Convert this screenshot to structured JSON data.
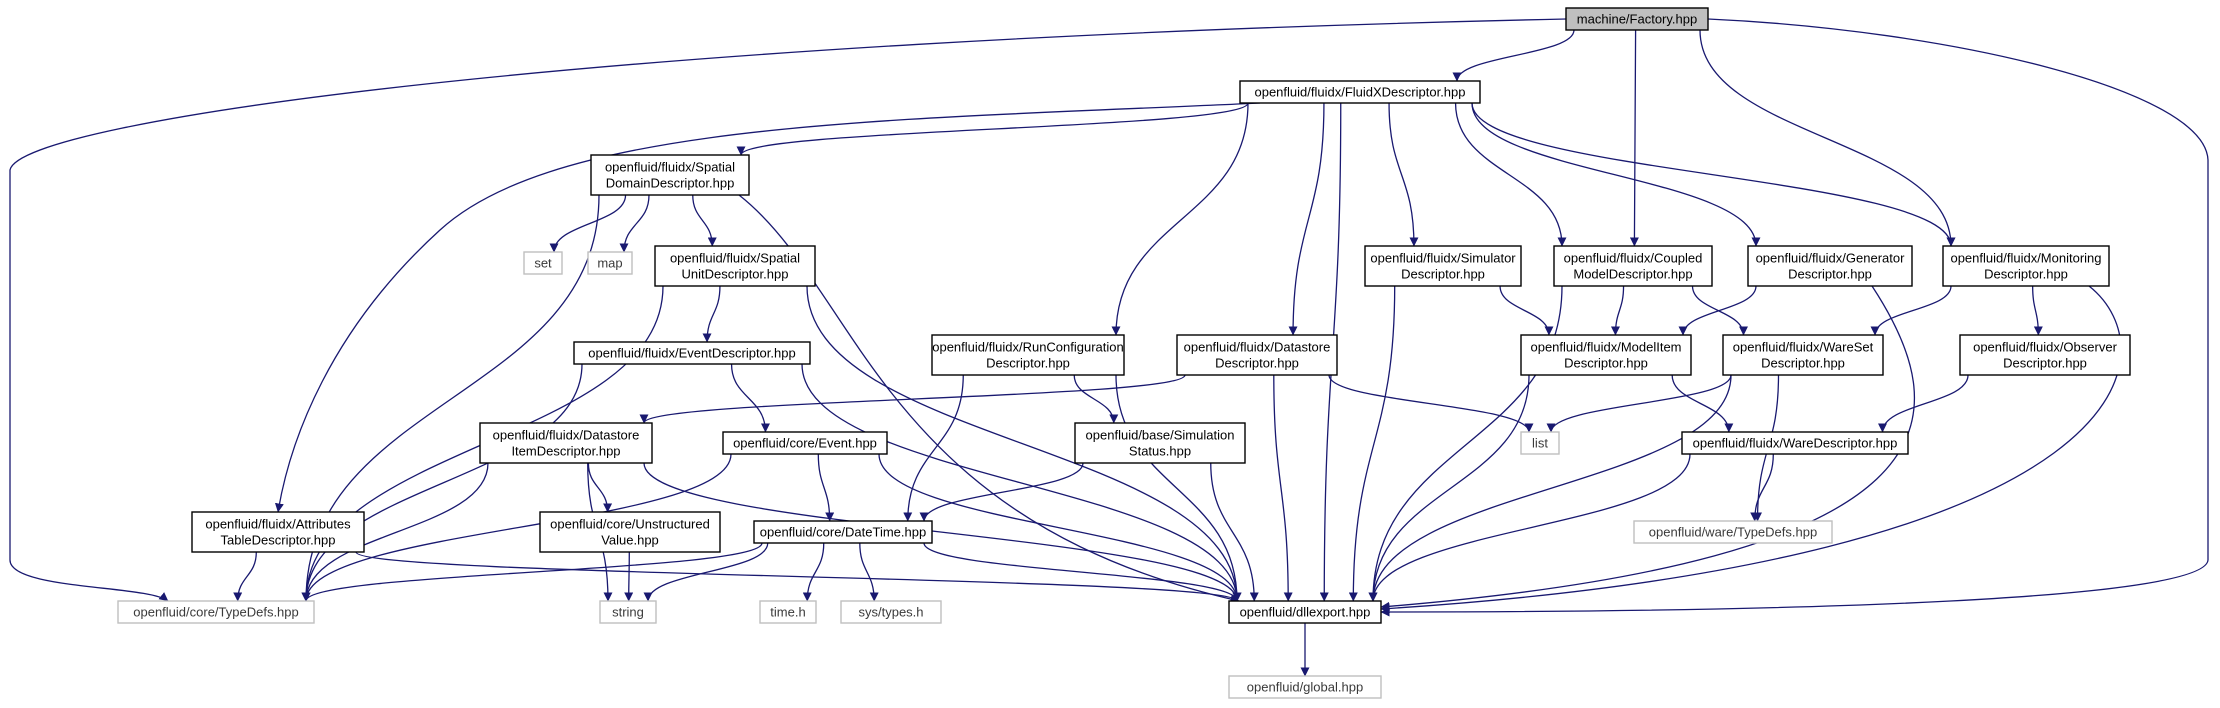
{
  "colors": {
    "edge": "#191970",
    "node_border": "#000000",
    "external_border": "#bfbfbf",
    "root_fill": "#bfbfbf",
    "background": "#ffffff"
  },
  "nodes": {
    "factory": {
      "lines": [
        "machine/Factory.hpp"
      ],
      "kind": "root"
    },
    "fluidx": {
      "lines": [
        "openfluid/fluidx/FluidXDescriptor.hpp"
      ],
      "kind": "normal"
    },
    "spatialdomain": {
      "lines": [
        "openfluid/fluidx/Spatial",
        "DomainDescriptor.hpp"
      ],
      "kind": "normal"
    },
    "set": {
      "lines": [
        "set"
      ],
      "kind": "external"
    },
    "map": {
      "lines": [
        "map"
      ],
      "kind": "external"
    },
    "spatialunit": {
      "lines": [
        "openfluid/fluidx/Spatial",
        "UnitDescriptor.hpp"
      ],
      "kind": "normal"
    },
    "simulator": {
      "lines": [
        "openfluid/fluidx/Simulator",
        "Descriptor.hpp"
      ],
      "kind": "normal"
    },
    "coupled": {
      "lines": [
        "openfluid/fluidx/Coupled",
        "ModelDescriptor.hpp"
      ],
      "kind": "normal"
    },
    "generator": {
      "lines": [
        "openfluid/fluidx/Generator",
        "Descriptor.hpp"
      ],
      "kind": "normal"
    },
    "monitoring": {
      "lines": [
        "openfluid/fluidx/Monitoring",
        "Descriptor.hpp"
      ],
      "kind": "normal"
    },
    "eventdesc": {
      "lines": [
        "openfluid/fluidx/EventDescriptor.hpp"
      ],
      "kind": "normal"
    },
    "runconfig": {
      "lines": [
        "openfluid/fluidx/RunConfiguration",
        "Descriptor.hpp"
      ],
      "kind": "normal"
    },
    "datastore": {
      "lines": [
        "openfluid/fluidx/Datastore",
        "Descriptor.hpp"
      ],
      "kind": "normal"
    },
    "modelitem": {
      "lines": [
        "openfluid/fluidx/ModelItem",
        "Descriptor.hpp"
      ],
      "kind": "normal"
    },
    "wareset": {
      "lines": [
        "openfluid/fluidx/WareSet",
        "Descriptor.hpp"
      ],
      "kind": "normal"
    },
    "observer": {
      "lines": [
        "openfluid/fluidx/Observer",
        "Descriptor.hpp"
      ],
      "kind": "normal"
    },
    "datastoreitem": {
      "lines": [
        "openfluid/fluidx/Datastore",
        "ItemDescriptor.hpp"
      ],
      "kind": "normal"
    },
    "event": {
      "lines": [
        "openfluid/core/Event.hpp"
      ],
      "kind": "normal"
    },
    "simstatus": {
      "lines": [
        "openfluid/base/Simulation",
        "Status.hpp"
      ],
      "kind": "normal"
    },
    "list": {
      "lines": [
        "list"
      ],
      "kind": "external"
    },
    "waredesc": {
      "lines": [
        "openfluid/fluidx/WareDescriptor.hpp"
      ],
      "kind": "normal"
    },
    "attributes": {
      "lines": [
        "openfluid/fluidx/Attributes",
        "TableDescriptor.hpp"
      ],
      "kind": "normal"
    },
    "unstructured": {
      "lines": [
        "openfluid/core/Unstructured",
        "Value.hpp"
      ],
      "kind": "normal"
    },
    "datetime": {
      "lines": [
        "openfluid/core/DateTime.hpp"
      ],
      "kind": "normal"
    },
    "waretypedefs": {
      "lines": [
        "openfluid/ware/TypeDefs.hpp"
      ],
      "kind": "external"
    },
    "coretypedefs": {
      "lines": [
        "openfluid/core/TypeDefs.hpp"
      ],
      "kind": "external"
    },
    "string": {
      "lines": [
        "string"
      ],
      "kind": "external"
    },
    "timeh": {
      "lines": [
        "time.h"
      ],
      "kind": "external"
    },
    "systypes": {
      "lines": [
        "sys/types.h"
      ],
      "kind": "external"
    },
    "dllexport": {
      "lines": [
        "openfluid/dllexport.hpp"
      ],
      "kind": "normal"
    },
    "global": {
      "lines": [
        "openfluid/global.hpp"
      ],
      "kind": "external"
    }
  },
  "edges": [
    [
      "factory",
      "fluidx"
    ],
    [
      "factory",
      "coupled"
    ],
    [
      "factory",
      "monitoring"
    ],
    [
      "factory",
      "coretypedefs"
    ],
    [
      "factory",
      "dllexport"
    ],
    [
      "fluidx",
      "spatialdomain"
    ],
    [
      "fluidx",
      "attributes"
    ],
    [
      "fluidx",
      "runconfig"
    ],
    [
      "fluidx",
      "datastore"
    ],
    [
      "fluidx",
      "dllexport"
    ],
    [
      "fluidx",
      "simulator"
    ],
    [
      "fluidx",
      "coupled"
    ],
    [
      "fluidx",
      "generator"
    ],
    [
      "fluidx",
      "monitoring"
    ],
    [
      "spatialdomain",
      "set"
    ],
    [
      "spatialdomain",
      "map"
    ],
    [
      "spatialdomain",
      "spatialunit"
    ],
    [
      "spatialdomain",
      "coretypedefs"
    ],
    [
      "spatialdomain",
      "dllexport"
    ],
    [
      "spatialunit",
      "eventdesc"
    ],
    [
      "spatialunit",
      "coretypedefs"
    ],
    [
      "spatialunit",
      "dllexport"
    ],
    [
      "eventdesc",
      "event"
    ],
    [
      "eventdesc",
      "coretypedefs"
    ],
    [
      "eventdesc",
      "dllexport"
    ],
    [
      "simulator",
      "modelitem"
    ],
    [
      "simulator",
      "dllexport"
    ],
    [
      "coupled",
      "modelitem"
    ],
    [
      "coupled",
      "wareset"
    ],
    [
      "coupled",
      "dllexport"
    ],
    [
      "generator",
      "modelitem"
    ],
    [
      "generator",
      "dllexport"
    ],
    [
      "monitoring",
      "wareset"
    ],
    [
      "monitoring",
      "observer"
    ],
    [
      "monitoring",
      "dllexport"
    ],
    [
      "runconfig",
      "simstatus"
    ],
    [
      "runconfig",
      "datetime"
    ],
    [
      "runconfig",
      "dllexport"
    ],
    [
      "datastore",
      "datastoreitem"
    ],
    [
      "datastore",
      "list"
    ],
    [
      "datastore",
      "dllexport"
    ],
    [
      "modelitem",
      "waredesc"
    ],
    [
      "modelitem",
      "dllexport"
    ],
    [
      "wareset",
      "list"
    ],
    [
      "wareset",
      "waretypedefs"
    ],
    [
      "wareset",
      "dllexport"
    ],
    [
      "observer",
      "waredesc"
    ],
    [
      "waredesc",
      "waretypedefs"
    ],
    [
      "waredesc",
      "dllexport"
    ],
    [
      "datastoreitem",
      "unstructured"
    ],
    [
      "datastoreitem",
      "string"
    ],
    [
      "datastoreitem",
      "coretypedefs"
    ],
    [
      "datastoreitem",
      "dllexport"
    ],
    [
      "event",
      "datetime"
    ],
    [
      "event",
      "coretypedefs"
    ],
    [
      "event",
      "dllexport"
    ],
    [
      "simstatus",
      "datetime"
    ],
    [
      "simstatus",
      "dllexport"
    ],
    [
      "attributes",
      "coretypedefs"
    ],
    [
      "attributes",
      "dllexport"
    ],
    [
      "unstructured",
      "string"
    ],
    [
      "datetime",
      "coretypedefs"
    ],
    [
      "datetime",
      "string"
    ],
    [
      "datetime",
      "timeh"
    ],
    [
      "datetime",
      "systypes"
    ],
    [
      "datetime",
      "dllexport"
    ],
    [
      "dllexport",
      "global"
    ]
  ]
}
